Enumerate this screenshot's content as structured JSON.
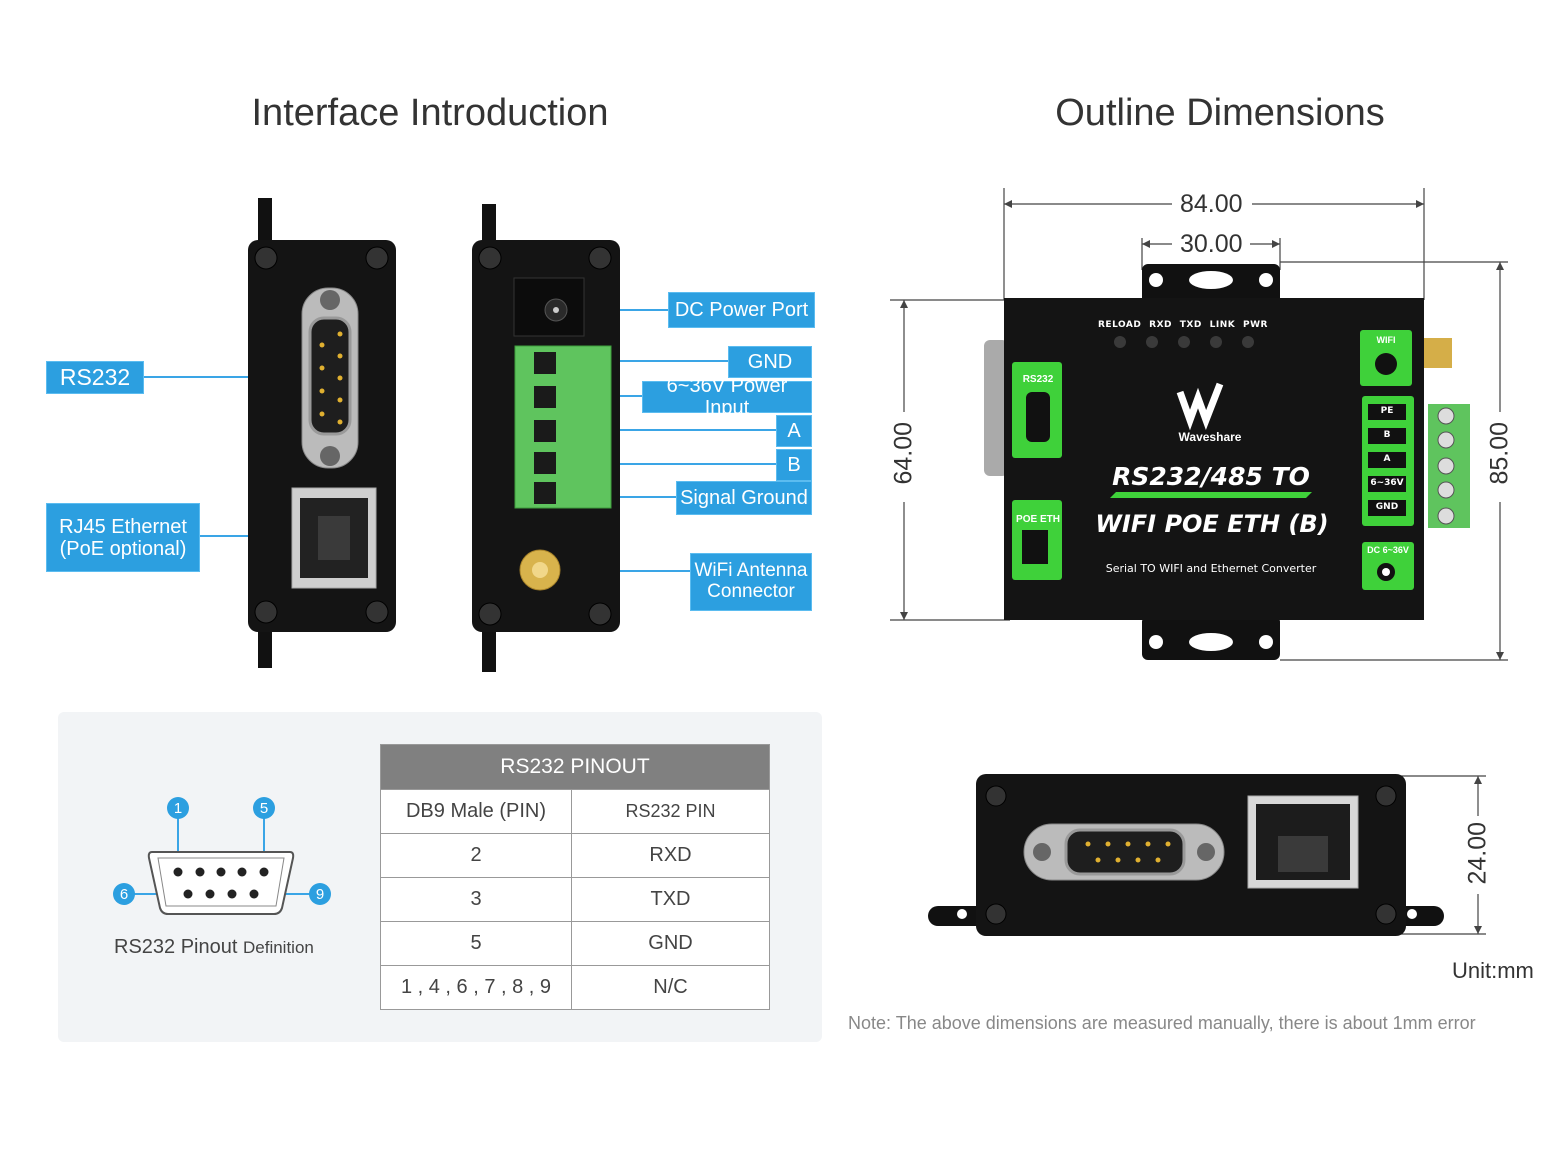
{
  "titles": {
    "interface": "Interface Introduction",
    "outline": "Outline Dimensions"
  },
  "callouts": {
    "rs232": "RS232",
    "rj45_line1": "RJ45 Ethernet",
    "rj45_line2": "(PoE optional)",
    "dc_power": "DC Power Port",
    "gnd": "GND",
    "power_input": "6~36V Power Input",
    "a": "A",
    "b": "B",
    "signal_ground": "Signal Ground",
    "wifi_line1": "WiFi Antenna",
    "wifi_line2": "Connector"
  },
  "dimensions": {
    "width_total": "84.00",
    "mount_spacing": "30.00",
    "body_height": "64.00",
    "total_height": "85.00",
    "thickness": "24.00",
    "unit": "Unit:mm",
    "note": "Note: The above dimensions are measured manually, there is about 1mm error"
  },
  "device": {
    "leds": [
      "RELOAD",
      "RXD",
      "TXD",
      "LINK",
      "PWR"
    ],
    "brand": "Waveshare",
    "product_line1": "RS232/485 TO",
    "product_line2": "WIFI POE ETH (B)",
    "subtitle": "Serial TO WIFI and Ethernet Converter",
    "port_rs232": "RS232",
    "port_poe": "POE ETH",
    "port_wifi": "WIFI",
    "port_dc": "DC 6~36V",
    "terminals": [
      "PE",
      "B",
      "A",
      "6~36V",
      "GND"
    ]
  },
  "pinout": {
    "diagram_pins": [
      "1",
      "5",
      "6",
      "9"
    ],
    "definition_main": "RS232 Pinout",
    "definition_small": "Definition",
    "table_title": "RS232 PINOUT",
    "col1": "DB9 Male (PIN)",
    "col2": "RS232 PIN",
    "rows": [
      {
        "pin": "2",
        "signal": "RXD"
      },
      {
        "pin": "3",
        "signal": "TXD"
      },
      {
        "pin": "5",
        "signal": "GND"
      },
      {
        "pin": "1 , 4 , 6 , 7 , 8 , 9",
        "signal": "N/C"
      }
    ]
  },
  "colors": {
    "callout": "#2c9fe0",
    "device_body": "#111111",
    "terminal_green": "#5fc45e",
    "port_green": "#3fd13a"
  }
}
